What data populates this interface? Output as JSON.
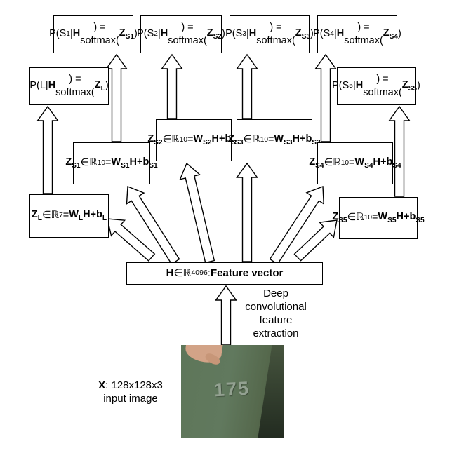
{
  "nodes": {
    "p_s1": {
      "html": "P(S<sub>1</sub>|<b>H</b>) =<br>softmax(<b>Z<sub>S1</sub></b>)"
    },
    "p_s2": {
      "html": "P(S<sub>2</sub>|<b>H</b>) =<br>softmax(<b>Z<sub>S2</sub></b>)"
    },
    "p_s3": {
      "html": "P(S<sub>3</sub>|<b>H</b>) =<br>softmax(<b>Z<sub>S3</sub></b>)"
    },
    "p_s4": {
      "html": "P(S<sub>4</sub>|<b>H</b>) =<br>softmax(<b>Z<sub>S4</sub></b>)"
    },
    "p_l": {
      "html": "P(L|<b>H</b>) =<br>softmax(<b>Z<sub>L</sub></b>)"
    },
    "p_s5": {
      "html": "P(S<sub>5</sub>|<b>H</b>) =<br>softmax(<b>Z<sub>S5</sub></b>)"
    },
    "z_s1": {
      "html": "<b>Z<sub>S1</sub></b> ∈ℝ<sup>10</sup> =<br><b>W<sub>S1</sub>H+b<sub>S1</sub></b>"
    },
    "z_s2": {
      "html": "<b>Z<sub>S2</sub></b> ∈ℝ<sup>10</sup> =<br><b>W<sub>S2</sub>H+b<sub>S2</sub></b>"
    },
    "z_s3": {
      "html": "<b>Z<sub>S3</sub></b> ∈ℝ<sup>10</sup> =<br><b>W<sub>S3</sub>H+b<sub>S3</sub></b>"
    },
    "z_s4": {
      "html": "<b>Z<sub>S4</sub></b> ∈ℝ<sup>10</sup> =<br><b>W<sub>S4</sub>H+b<sub>S4</sub></b>"
    },
    "z_s5": {
      "html": "<b>Z<sub>S5</sub></b> ∈ℝ<sup>10</sup> =<br><b>W<sub>S5</sub>H+b<sub>S5</sub></b>"
    },
    "z_l": {
      "html": "<b>Z<sub>L</sub></b> ∈ℝ<sup>7</sup> =<br><b>W<sub>L</sub>H+b<sub>L</sub></b>"
    },
    "h_box": {
      "html": "<b>H</b>∈ℝ<sup>4096</sup>: <b>Feature vector</b>"
    },
    "deep_label": {
      "html": "Deep<br>convolutional<br>feature<br>extraction"
    },
    "input_label": {
      "html": "<b>X</b>: 128x128x3<br>input image"
    },
    "photo_digits": "175"
  },
  "colors": {
    "box_border": "#000000",
    "arrow_fill": "#ffffff",
    "arrow_stroke": "#000000",
    "photo_green": "#5e7659"
  }
}
